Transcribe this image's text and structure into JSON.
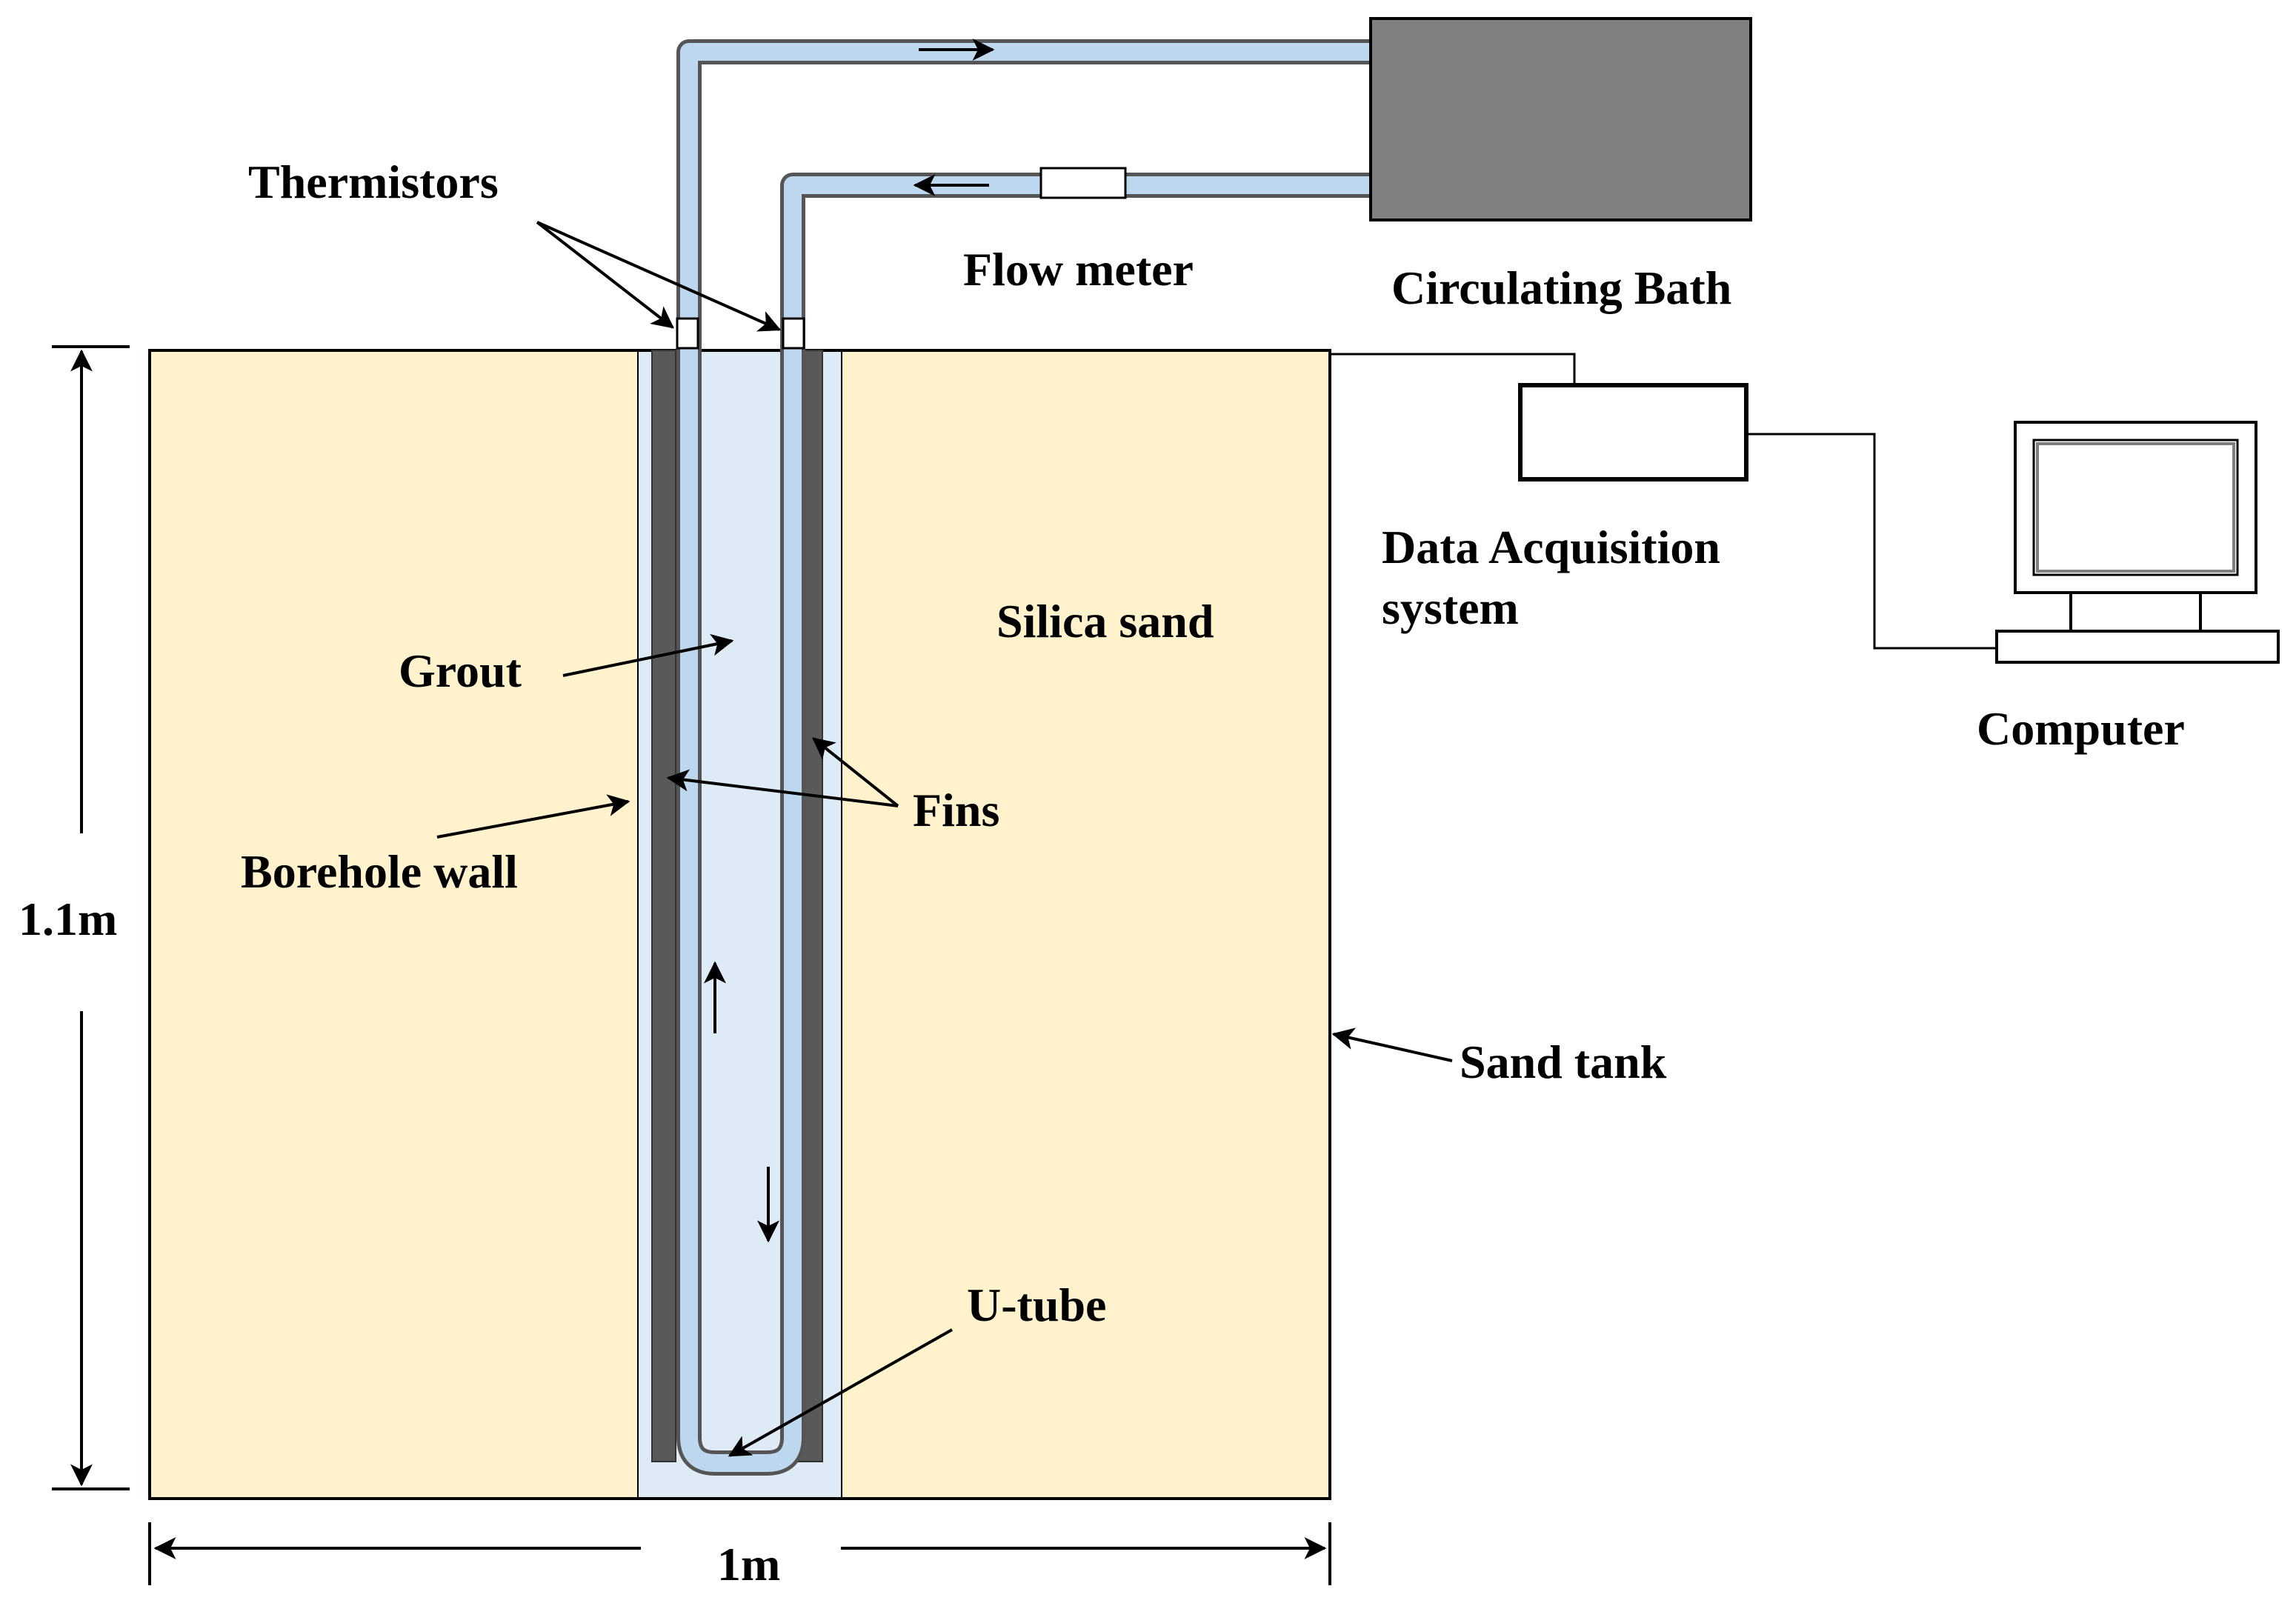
{
  "labels": {
    "thermistors": "Thermistors",
    "flow_meter": "Flow meter",
    "circulating_bath": "Circulating Bath",
    "daq_line1": "Data Acquisition",
    "daq_line2": "system",
    "computer": "Computer",
    "silica_sand": "Silica sand",
    "grout": "Grout",
    "borehole_wall": "Borehole wall",
    "fins": "Fins",
    "sand_tank": "Sand tank",
    "u_tube": "U-tube",
    "height": "1.1m",
    "width": "1m"
  },
  "colors": {
    "sand": "#FFF2CC",
    "grout": "#DEEBF7",
    "pipe": "#BDD7EE",
    "fins": "#595959",
    "bath": "#808080",
    "outline": "#000000"
  }
}
